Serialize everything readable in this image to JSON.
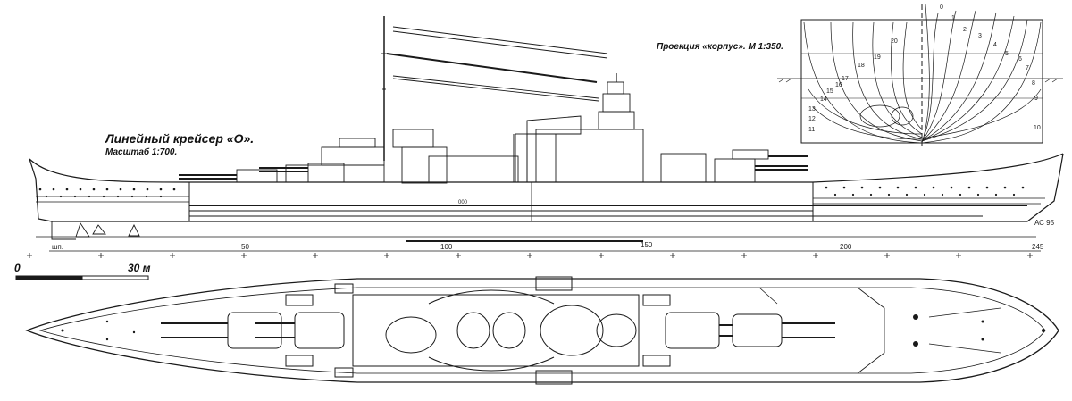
{
  "title": "Линейный крейсер «О».",
  "scale_text": "Масштаб 1:700.",
  "projection_text": "Проекция «корпус». М 1:350.",
  "scale_bar": {
    "start_label": "0",
    "end_label": "30 м"
  },
  "frame_ticks": [
    "шп.",
    "50",
    "100",
    "150",
    "200",
    "245"
  ],
  "signature": "АС 95",
  "body_plan_numbers_left": [
    "20",
    "19",
    "18",
    "17",
    "16",
    "15",
    "14",
    "13",
    "12",
    "11"
  ],
  "body_plan_numbers_right": [
    "0",
    "1",
    "2",
    "3",
    "4",
    "5",
    "6",
    "7",
    "8",
    "9",
    "10"
  ],
  "hull_mark": "000"
}
